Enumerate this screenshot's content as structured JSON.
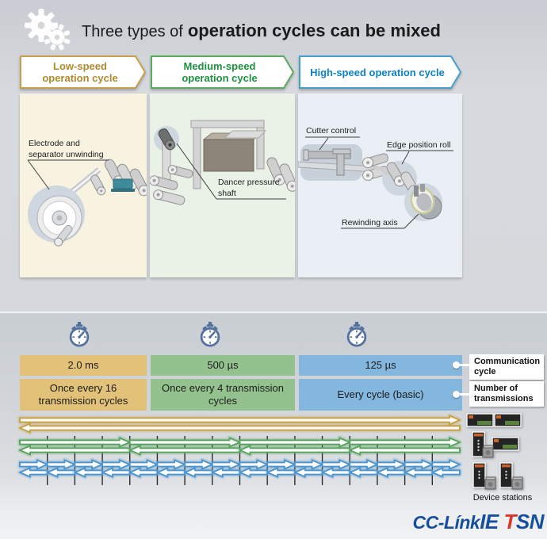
{
  "header": {
    "title_regular": "Three types of",
    "title_bold": "operation cycles can be mixed"
  },
  "banners": [
    {
      "lines": [
        "Low-speed",
        "operation cycle"
      ],
      "text_color": "#ad8b2d",
      "border_color": "#c8a04a"
    },
    {
      "lines": [
        "Medium-speed",
        "operation cycle"
      ],
      "text_color": "#1e9140",
      "border_color": "#5baa60"
    },
    {
      "lines": [
        "High-speed operation cycle"
      ],
      "text_color": "#0d81c4",
      "border_color": "#46a0cf"
    }
  ],
  "panels": [
    {
      "bg": "#f8f2e1",
      "label_lines": [
        "Electrode and",
        "separator unwinding"
      ]
    },
    {
      "bg": "#eaf1e6",
      "label_lines": [
        "Dancer pressure",
        "shaft"
      ]
    },
    {
      "bg": "#e9eff5",
      "labels": {
        "cutter": "Cutter control",
        "edge": "Edge position roll",
        "rewind": "Rewinding axis"
      }
    }
  ],
  "timeline": {
    "legend": [
      {
        "label": "Communication cycle"
      },
      {
        "label": "Number of transmissions"
      }
    ],
    "columns": [
      {
        "cycle": "2.0 ms",
        "transmissions": "Once every 16 transmission cycles",
        "bar_color": "#e2c178",
        "arrow_color": "#c79f45",
        "segments": 1
      },
      {
        "cycle": "500 µs",
        "transmissions": "Once every 4 transmission cycles",
        "bar_color": "#93c28e",
        "arrow_color": "#58a45e",
        "segments": 4
      },
      {
        "cycle": "125 µs",
        "transmissions": "Every cycle (basic)",
        "bar_color": "#83b7dd",
        "arrow_color": "#4e95ce",
        "segments": 16
      }
    ],
    "tick_count": 15
  },
  "devices": {
    "caption": "Device stations"
  },
  "logo": {
    "part1": "CC-Línk",
    "part2": "IE",
    "part3": " T",
    "part4": "SN",
    "color_blue": "#164f9e",
    "color_red": "#da362b"
  }
}
